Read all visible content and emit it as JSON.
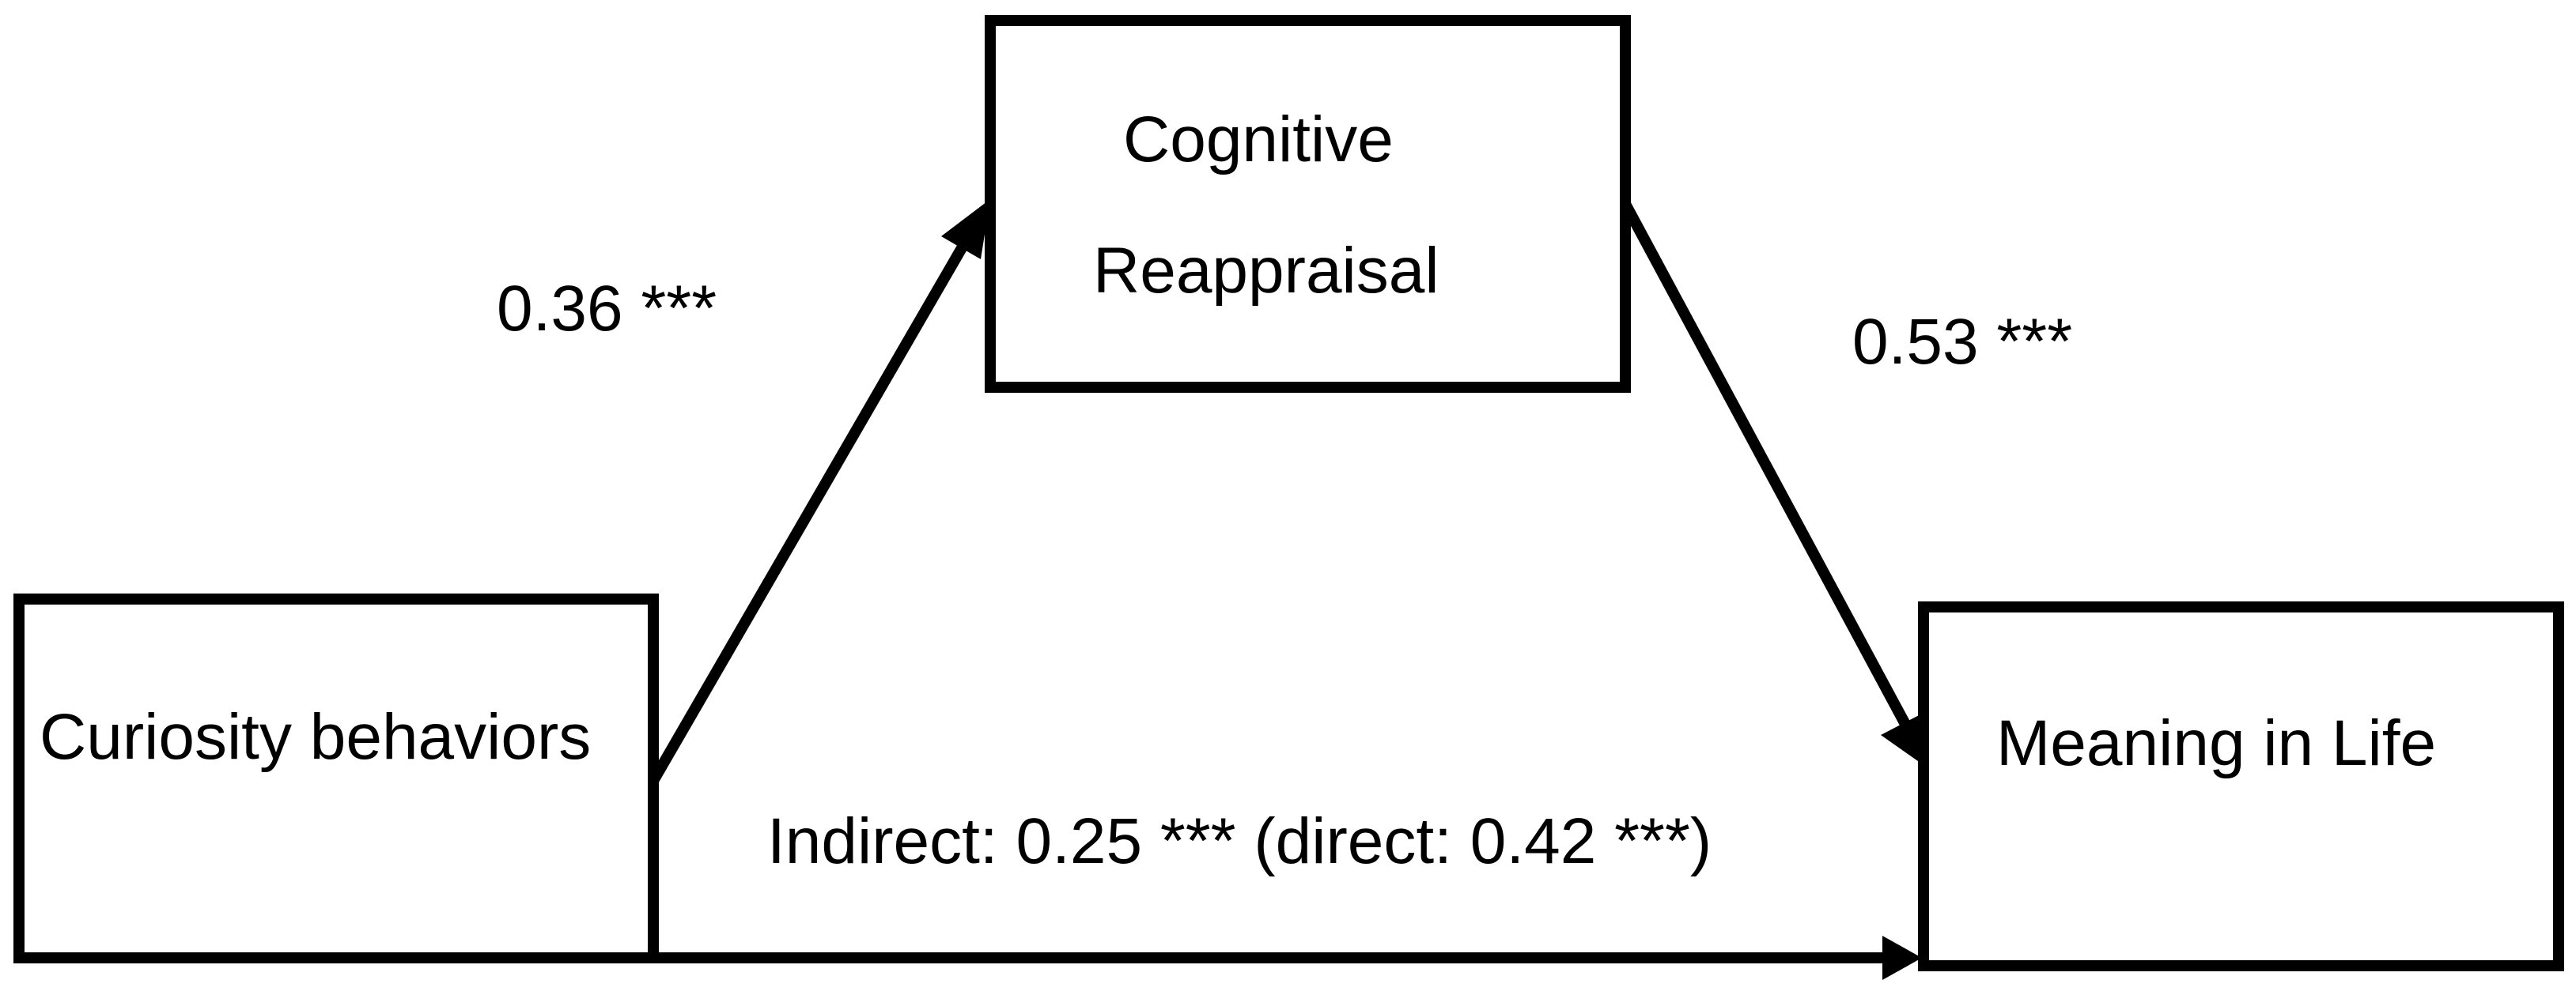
{
  "nodes": {
    "curiosity": {
      "label": "Curiosity behaviors"
    },
    "reappraisal": {
      "lines": [
        "Cognitive",
        "Reappraisal"
      ]
    },
    "meaning": {
      "label": "Meaning in Life"
    }
  },
  "edges": {
    "curiosity_to_reappraisal": {
      "coefficient": "0.36 ***"
    },
    "reappraisal_to_meaning": {
      "coefficient": "0.53 ***"
    },
    "curiosity_to_meaning": {
      "label": "Indirect: 0.25 *** (direct: 0.42 ***)"
    }
  },
  "colors": {
    "stroke": "#000000",
    "background": "#ffffff"
  }
}
